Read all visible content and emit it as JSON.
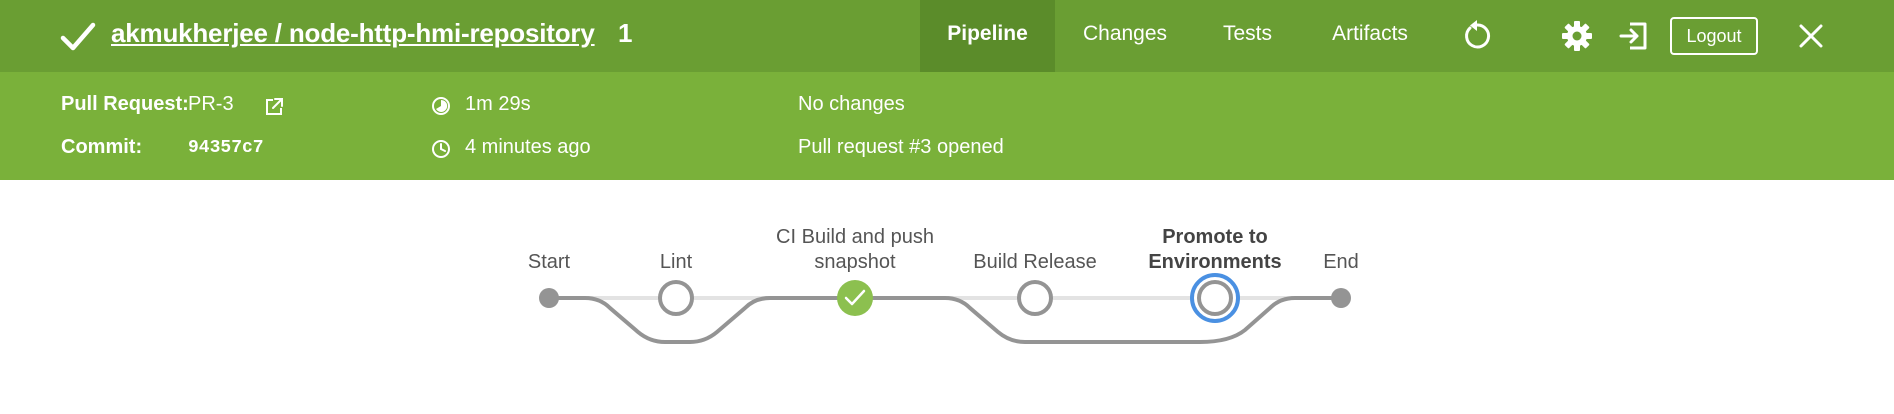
{
  "header": {
    "repo_title": "akmukherjee / node-http-hmi-repository",
    "run_number": "1",
    "tabs": [
      {
        "label": "Pipeline"
      },
      {
        "label": "Changes"
      },
      {
        "label": "Tests"
      },
      {
        "label": "Artifacts"
      }
    ],
    "logout_label": "Logout",
    "icons": [
      "check-icon",
      "replay-icon",
      "gear-icon",
      "exit-icon",
      "close-icon"
    ]
  },
  "summary": {
    "pull_request_label": "Pull Request:",
    "pull_request_value": "PR-3",
    "commit_label": "Commit:",
    "commit_value": "94357c7",
    "duration": "1m 29s",
    "time_ago": "4 minutes ago",
    "changes": "No changes",
    "cause": "Pull request #3 opened"
  },
  "pipeline": {
    "stages": [
      {
        "label": "Start",
        "status": "none"
      },
      {
        "label": "Lint",
        "status": "not-built"
      },
      {
        "label": "CI Build and push snapshot",
        "line1": "CI Build and push",
        "line2": "snapshot",
        "status": "success"
      },
      {
        "label": "Build Release",
        "status": "not-built"
      },
      {
        "label": "Promote to Environments",
        "line1": "Promote to",
        "line2": "Environments",
        "status": "selected"
      },
      {
        "label": "End",
        "status": "none"
      }
    ]
  },
  "colors": {
    "topbar": "#6a9e33",
    "subbar": "#7ab13a",
    "success": "#8cc04f",
    "selected": "#4a90e2",
    "node_gray": "#949494"
  }
}
